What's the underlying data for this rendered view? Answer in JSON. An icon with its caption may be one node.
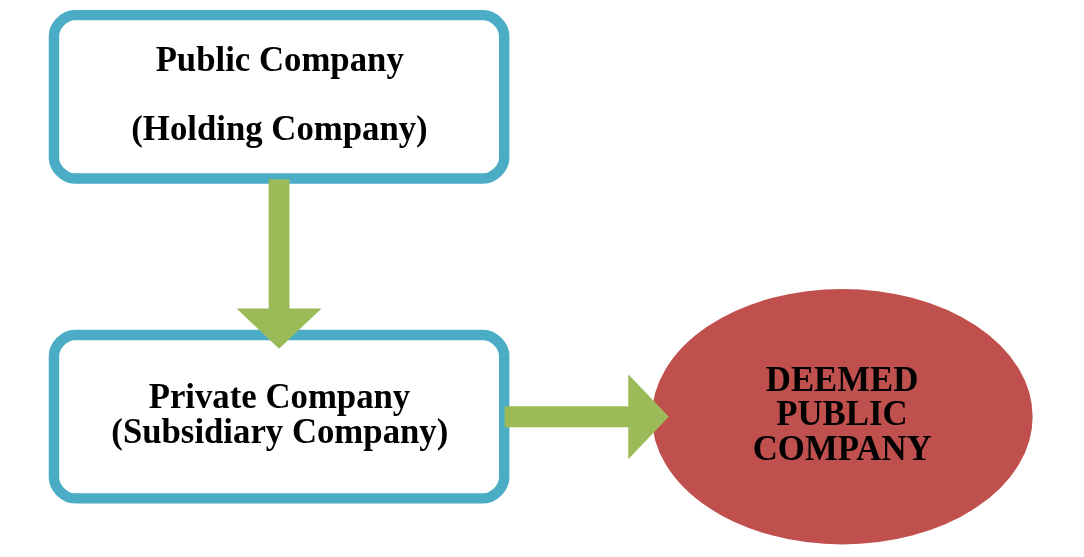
{
  "diagram": {
    "nodes": [
      {
        "text": [
          "Public Company",
          "(Holding Company)"
        ]
      },
      {
        "text": [
          "Private Company",
          "(Subsidiary Company)"
        ]
      },
      {
        "text": [
          "DEEMED PUBLIC COMPANY"
        ]
      }
    ],
    "edges": [
      {
        "from": 0,
        "to": 1,
        "arrow": "to"
      },
      {
        "from": 1,
        "to": 2,
        "arrow": "to"
      }
    ]
  }
}
